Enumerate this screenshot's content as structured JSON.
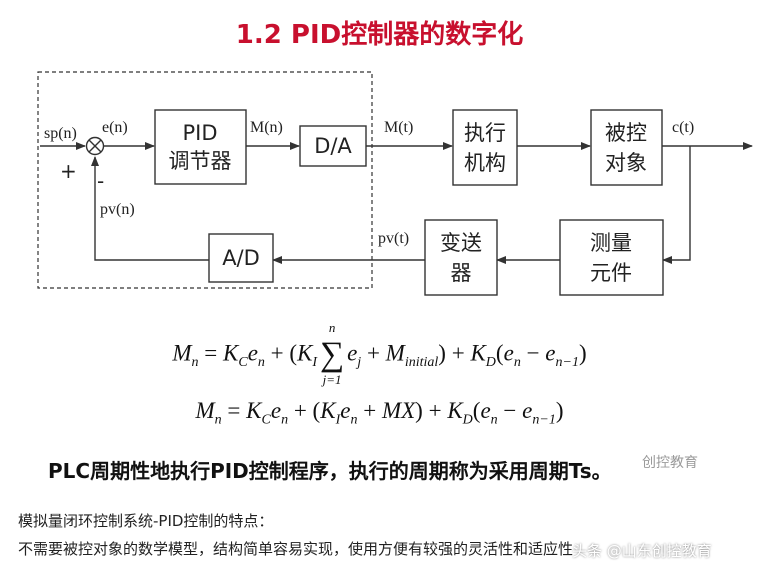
{
  "title": "1.2 PID控制器的数字化",
  "diagram": {
    "signals": {
      "sp": "sp(n)",
      "e": "e(n)",
      "mn": "M(n)",
      "mt": "M(t)",
      "c": "c(t)",
      "pv_n": "pv(n)",
      "pv_t": "pv(t)",
      "plus": "+",
      "minus": "-"
    },
    "blocks": {
      "pid": [
        "PID",
        "调节器"
      ],
      "da": "D/A",
      "actuator": [
        "执行",
        "机构"
      ],
      "plant": [
        "被控",
        "对象"
      ],
      "ad": "A/D",
      "transmitter": [
        "变送",
        "器"
      ],
      "sensor": [
        "测量",
        "元件"
      ]
    }
  },
  "equations": {
    "eq1": "M_n = K_C e_n + (K_I Σ_{j=1}^{n} e_j + M_initial) + K_D (e_n − e_{n−1})",
    "eq2": "M_n = K_C e_n + (K_I e_n + MX) + K_D (e_n − e_{n−1})"
  },
  "note": "PLC周期性地执行PID控制程序，执行的周期称为采用周期Ts。",
  "description": {
    "line1": "模拟量闭环控制系统-PID控制的特点：",
    "line2": "不需要被控对象的数学模型，结构简单容易实现，使用方便有较强的灵活性和适应性"
  },
  "watermarks": {
    "top": "创控教育",
    "bottom": "头条 @山东创控教育"
  }
}
